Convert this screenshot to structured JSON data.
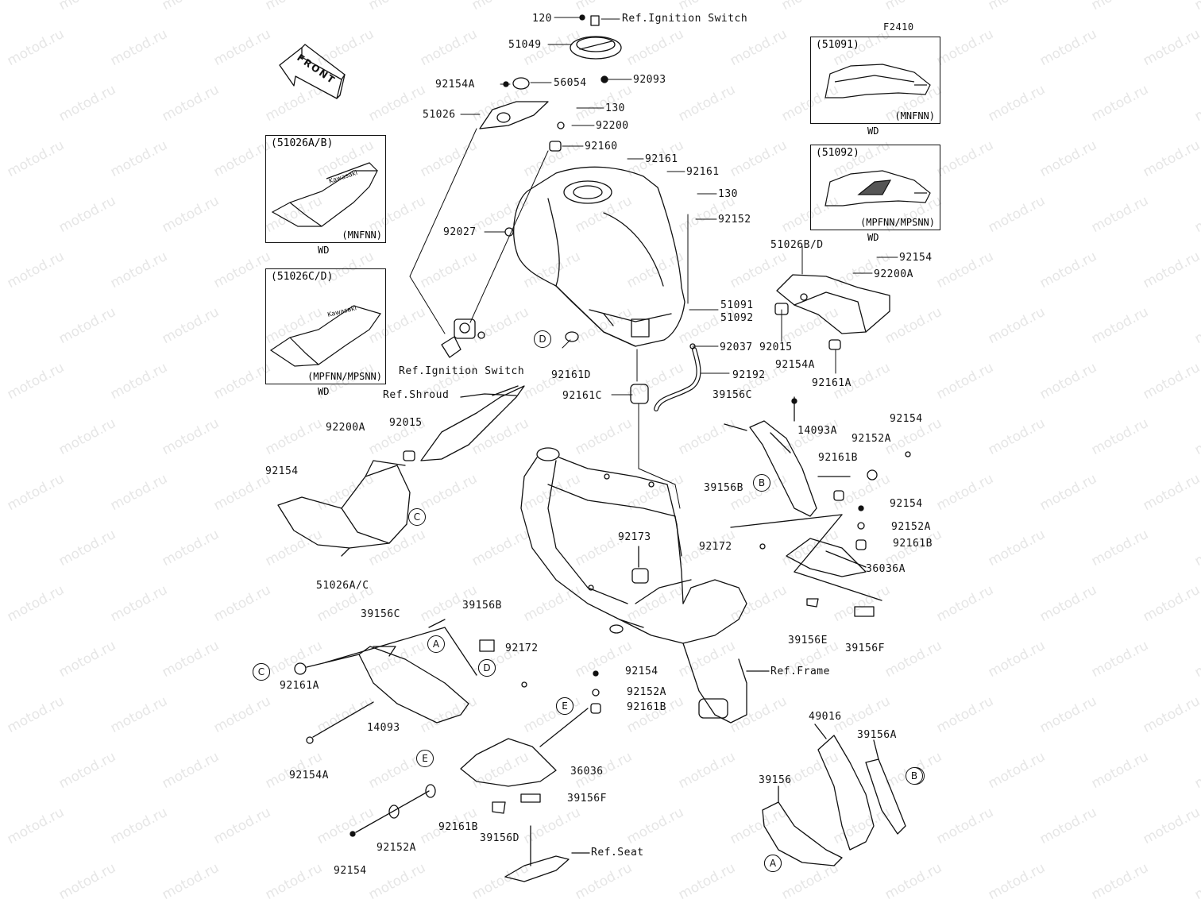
{
  "diagram_code": "F2410",
  "watermark_text": "motod.ru",
  "front_arrow_label": "FRONT",
  "insets": [
    {
      "title": "(51026A/B)",
      "variant": "(MNFNN)",
      "wd": "WD"
    },
    {
      "title": "(51026C/D)",
      "variant": "(MPFNN/MPSNN)",
      "wd": "WD"
    },
    {
      "title": "(51091)",
      "variant": "(MNFNN)",
      "wd": "WD"
    },
    {
      "title": "(51092)",
      "variant": "(MPFNN/MPSNN)",
      "wd": "WD"
    }
  ],
  "labels": [
    "120",
    "Ref.Ignition Switch",
    "51049",
    "92093",
    "92154A",
    "56054",
    "51026",
    "130",
    "92200",
    "92160",
    "92161",
    "92161",
    "130",
    "92152",
    "92027",
    "51026B/D",
    "92154",
    "92200A",
    "51091",
    "51092",
    "92015",
    "92037",
    "92161D",
    "Ref.Ignition Switch",
    "92161C",
    "92192",
    "92154A",
    "92161A",
    "39156C",
    "14093A",
    "92154",
    "92152A",
    "92161B",
    "Ref.Shroud",
    "92015",
    "92200A",
    "92154",
    "51026A/C",
    "39156B",
    "92154",
    "92152A",
    "92172",
    "92161B",
    "92173",
    "36036A",
    "39156E",
    "39156F",
    "39156C",
    "39156B",
    "92172",
    "92161A",
    "14093",
    "92154A",
    "92154",
    "92152A",
    "92161B",
    "Ref.Frame",
    "36036",
    "39156F",
    "92161B",
    "92152A",
    "39156D",
    "92154",
    "Ref.Seat",
    "49016",
    "39156A",
    "39156"
  ],
  "callouts": [
    "A",
    "B",
    "C",
    "D",
    "E",
    "A",
    "B",
    "C",
    "D",
    "E",
    "B",
    "A",
    "E",
    "C",
    "D"
  ]
}
